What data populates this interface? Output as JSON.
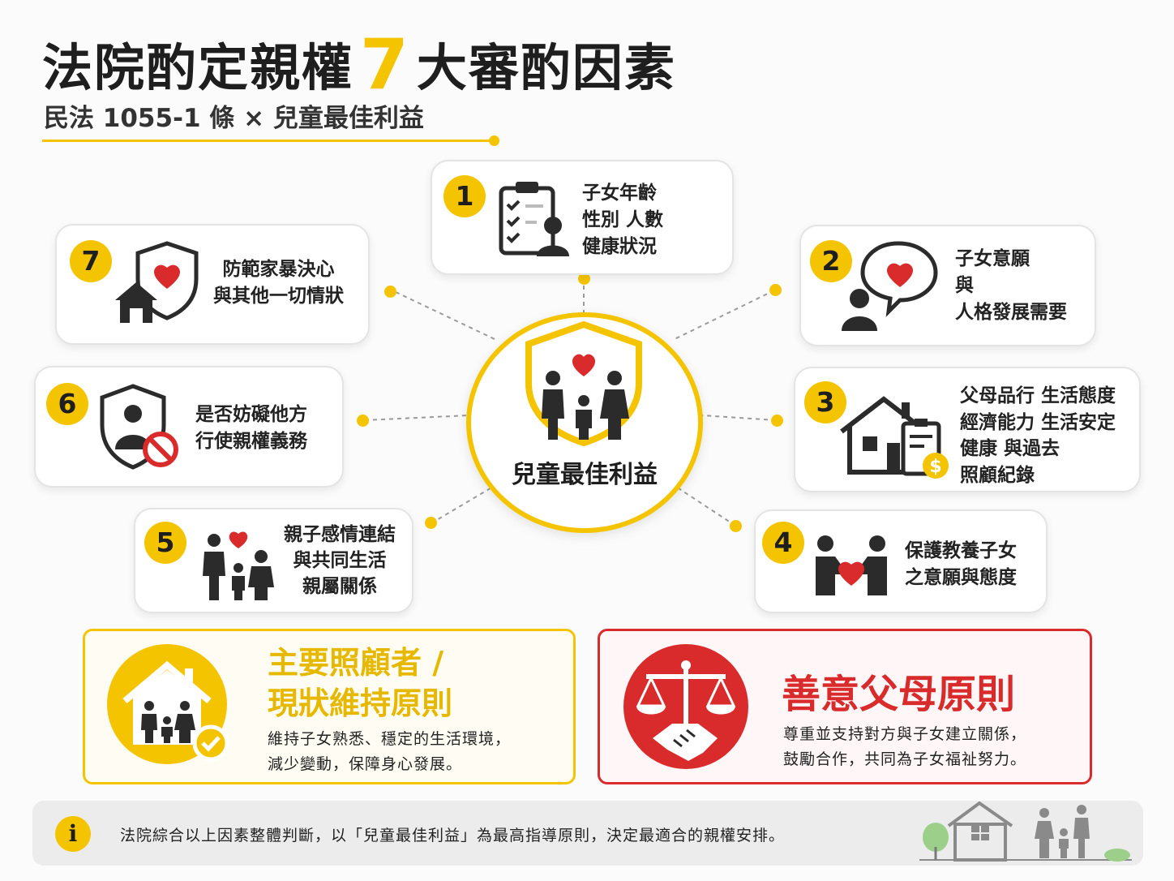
{
  "header": {
    "title_before": "法院酌定親權",
    "title_number": "7",
    "title_after": "大審酌因素",
    "subtitle": "民法 1055-1 條 × 兒童最佳利益"
  },
  "center": {
    "label": "兒童最佳利益"
  },
  "factors": [
    {
      "number": "1",
      "text": "子女年齡\n性別  人數\n健康狀況"
    },
    {
      "number": "2",
      "text": "子女意願\n與\n人格發展需要"
    },
    {
      "number": "3",
      "text": "父母品行 生活態度\n經濟能力 生活安定\n健康 與過去\n照顧紀錄"
    },
    {
      "number": "4",
      "text": "保護教養子女\n之意願與態度"
    },
    {
      "number": "5",
      "text": "親子感情連結\n與共同生活\n親屬關係"
    },
    {
      "number": "6",
      "text": "是否妨礙他方\n行使親權義務"
    },
    {
      "number": "7",
      "text": "防範家暴決心\n與其他一切情狀"
    }
  ],
  "principles": {
    "primary_caregiver": {
      "title": "主要照顧者 /\n現狀維持原則",
      "desc": "維持子女熟悉、穩定的生活環境，\n減少變動，保障身心發展。"
    },
    "friendly_parent": {
      "title": "善意父母原則",
      "desc": "尊重並支持對方與子女建立關係，\n鼓勵合作，共同為子女福祉努力。"
    }
  },
  "footer": {
    "info_symbol": "i",
    "text": "法院綜合以上因素整體判斷，以「兒童最佳利益」為最高指導原則，決定最適合的親權安排。"
  },
  "colors": {
    "accent": "#f5c400",
    "danger": "#d92b2b",
    "ink": "#222222"
  },
  "icons": [
    "clipboard-person-icon",
    "speech-heart-person-icon",
    "house-document-money-icon",
    "hands-heart-icon",
    "family-heart-icon",
    "shield-person-prohibited-icon",
    "shield-heart-house-icon",
    "shield-family-icon",
    "house-family-check-icon",
    "scales-handshake-icon",
    "info-icon",
    "house-family-tree-illustration"
  ]
}
